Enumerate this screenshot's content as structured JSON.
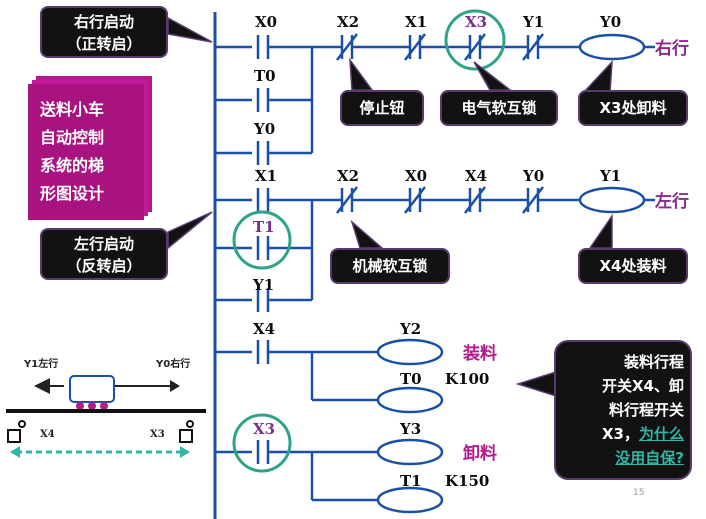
{
  "title_box": {
    "text": "送料小车自动控制系统的梯形图设计",
    "lines": [
      "送料小车",
      "自动控制",
      "系统的梯",
      "形图设计"
    ]
  },
  "callouts": {
    "right_start": {
      "line1": "右行启动",
      "line2": "（正转启）"
    },
    "left_start": {
      "line1": "左行启动",
      "line2": "（反转启）"
    },
    "stop_button": "停止钮",
    "elec_interlock": "电气软互锁",
    "x3_unload": "X3处卸料",
    "mech_interlock": "机械软互锁",
    "x4_load": "X4处装料",
    "question": {
      "lines": [
        "装料行程",
        "开关X4、卸",
        "料行程开关",
        "X3，"
      ],
      "link": [
        "为什么",
        "没用自保?"
      ]
    }
  },
  "rungs": {
    "r1": {
      "contacts": [
        "X0",
        "X2",
        "X1",
        "X3",
        "Y1"
      ],
      "parallel": [
        "T0",
        "Y0"
      ],
      "coil": "Y0",
      "output": "右行"
    },
    "r2": {
      "contacts": [
        "X1",
        "X2",
        "X0",
        "X4",
        "Y0"
      ],
      "parallel": [
        "T1",
        "Y1"
      ],
      "coil": "Y1",
      "output": "左行"
    },
    "r3": {
      "contact": "X4",
      "coils": [
        "Y2",
        "T0"
      ],
      "timer_value": "K100",
      "output": "装料"
    },
    "r4": {
      "contact": "X3",
      "coils": [
        "Y3",
        "T1"
      ],
      "timer_value": "K150",
      "output": "卸料"
    }
  },
  "cart": {
    "left_label": "Y1左行",
    "right_label": "Y0右行",
    "x4": "X4",
    "x3": "X3"
  },
  "page_number": "15",
  "colors": {
    "rail": "#1a4fa8",
    "magenta": "#b5188f",
    "highlight_circle": "#2fa38a",
    "output_text": "#8a2a8c",
    "link": "#2fb7a6"
  }
}
